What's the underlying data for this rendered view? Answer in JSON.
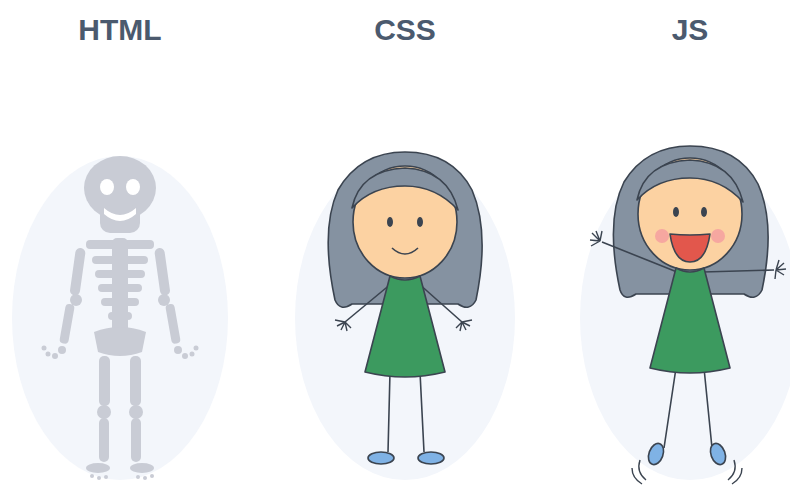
{
  "diagram": {
    "labels": [
      "HTML",
      "CSS",
      "JS"
    ]
  }
}
